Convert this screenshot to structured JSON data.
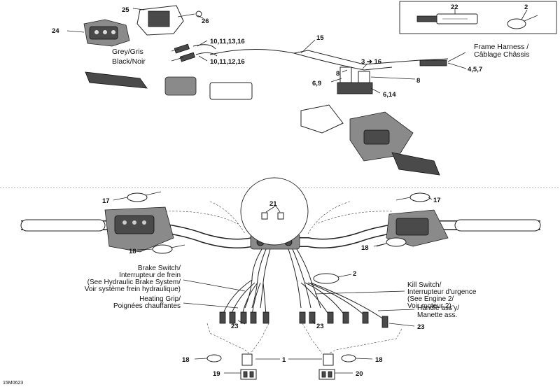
{
  "callouts": {
    "n25": "25",
    "n26": "26",
    "n24": "24",
    "n15": "15",
    "n22": "22",
    "n2_top": "2",
    "n10_11_13_16": "10,11,13,16",
    "n10_11_12_16": "10,11,12,16",
    "n3_16": "3 ➔ 16",
    "n8_a": "8",
    "n8_b": "8",
    "n6_9": "6,9",
    "n6_14": "6,14",
    "n4_5_7": "4,5,7",
    "n17": "17",
    "n21": "21",
    "n17_b": "17",
    "n18_a": "18",
    "n18_b": "18",
    "n2_mid": "2",
    "n23_a": "23",
    "n23_b": "23",
    "n23_c": "23",
    "n18_c": "18",
    "n1": "1",
    "n18_d": "18",
    "n19": "19",
    "n20": "20"
  },
  "labels": {
    "grey": "Grey/Gris",
    "black": "Black/Noir",
    "frame_harness_1": "Frame Harness /",
    "frame_harness_2": "Câblage Châssis",
    "brake_1": "Brake Switch/",
    "brake_2": "Interrupteur de frein",
    "brake_3": "(See Hydraulic Brake System/",
    "brake_4": "Voir système frein hydraulique)",
    "heating_1": "Heating Grip/",
    "heating_2": "Poignées chauffantes",
    "kill_1": "Kill Switch/",
    "kill_2": "Interrupteur d’urgence",
    "kill_3": "(See Engine 2/",
    "kill_4": "Voir moteur 2)",
    "handle_1": "Handle ass’y/",
    "handle_2": "Manette ass.",
    "code": "15M0623"
  }
}
